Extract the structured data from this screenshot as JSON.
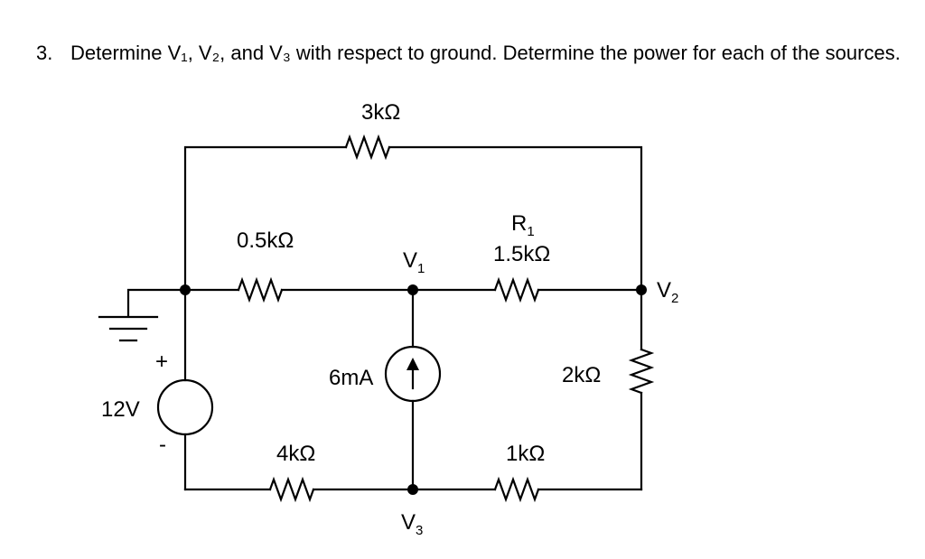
{
  "problem": {
    "number": "3.",
    "text": "Determine V₁, V₂, and V₃ with respect to ground.  Determine the power for each of the sources."
  },
  "circuit": {
    "resistor_top": "3kΩ",
    "resistor_left_mid": "0.5kΩ",
    "resistor_r1_name": "R",
    "resistor_r1_name_sub": "1",
    "resistor_r1_value": "1.5kΩ",
    "resistor_right_vertical": "2kΩ",
    "resistor_bottom_left": "4kΩ",
    "resistor_bottom_right": "1kΩ",
    "current_source": "6mA",
    "voltage_source": "12V",
    "voltage_plus": "+",
    "voltage_minus": "-",
    "node_v1": "V",
    "node_v1_sub": "1",
    "node_v2": "V",
    "node_v2_sub": "2",
    "node_v3": "V",
    "node_v3_sub": "3"
  }
}
